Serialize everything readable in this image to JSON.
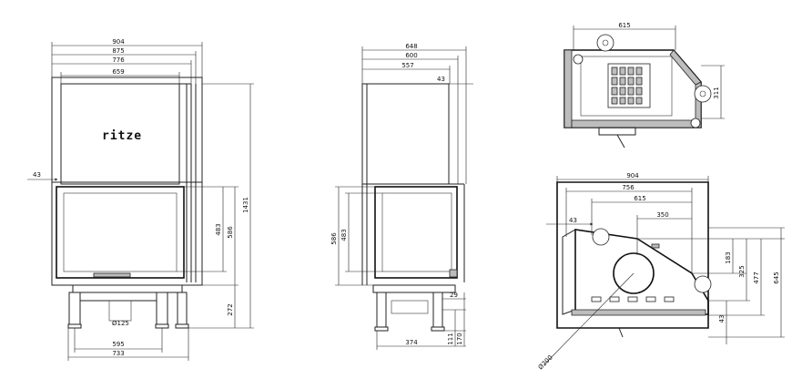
{
  "brand": {
    "logo_text": "ritze"
  },
  "front_view": {
    "top_dims": [
      "904",
      "875",
      "776",
      "659"
    ],
    "left_offset": "43",
    "right_dims": [
      "483",
      "586",
      "1431",
      "272"
    ],
    "flue_diameter": "Ø125",
    "bottom_dims": [
      "595",
      "733"
    ]
  },
  "side_view": {
    "top_dims": [
      "648",
      "600",
      "557"
    ],
    "right_offset": "43",
    "left_dims": [
      "586",
      "483"
    ],
    "small_dims": [
      "29",
      "111",
      "170"
    ],
    "bottom_dim": "374"
  },
  "top_view": {
    "width_dim": "615",
    "height_dim": "311"
  },
  "plan_view": {
    "top_dims": [
      "904",
      "756",
      "615",
      "350"
    ],
    "left_offset": "43",
    "right_dims": [
      "183",
      "325",
      "477",
      "645"
    ],
    "bottom_offset": "43",
    "flue_diameter": "Ø200"
  }
}
